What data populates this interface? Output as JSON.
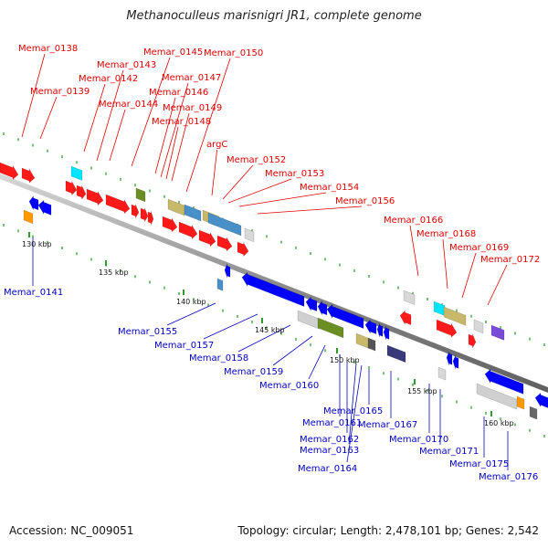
{
  "title": "Methanoculleus marisnigri JR1, complete genome",
  "footer": {
    "accession": "Accession: NC_009051",
    "summary": "Topology: circular; Length: 2,478,101 bp; Genes: 2,542"
  },
  "colors": {
    "plus_label": "#e00000",
    "minus_label": "#0000c0",
    "backbone": "#8c8c8c",
    "tick": "#2e9b2e",
    "kbp_label": "#111111"
  },
  "scale_labels": [
    "130 kbp",
    "135 kbp",
    "140 kbp",
    "145 kbp",
    "150 kbp",
    "155 kbp",
    "160 kbp"
  ],
  "plus_strand_genes": [
    "Memar_0138",
    "Memar_0139",
    "Memar_0142",
    "Memar_0143",
    "Memar_0144",
    "Memar_0145",
    "Memar_0146",
    "Memar_0147",
    "Memar_0148",
    "Memar_0149",
    "Memar_0150",
    "argC",
    "Memar_0152",
    "Memar_0153",
    "Memar_0154",
    "Memar_0156",
    "Memar_0166",
    "Memar_0168",
    "Memar_0169",
    "Memar_0172"
  ],
  "minus_strand_genes": [
    "Memar_0141",
    "Memar_0155",
    "Memar_0157",
    "Memar_0158",
    "Memar_0159",
    "Memar_0160",
    "Memar_0161",
    "Memar_0162",
    "Memar_0163",
    "Memar_0164",
    "Memar_0165",
    "Memar_0167",
    "Memar_0170",
    "Memar_0171",
    "Memar_0175",
    "Memar_0176"
  ]
}
